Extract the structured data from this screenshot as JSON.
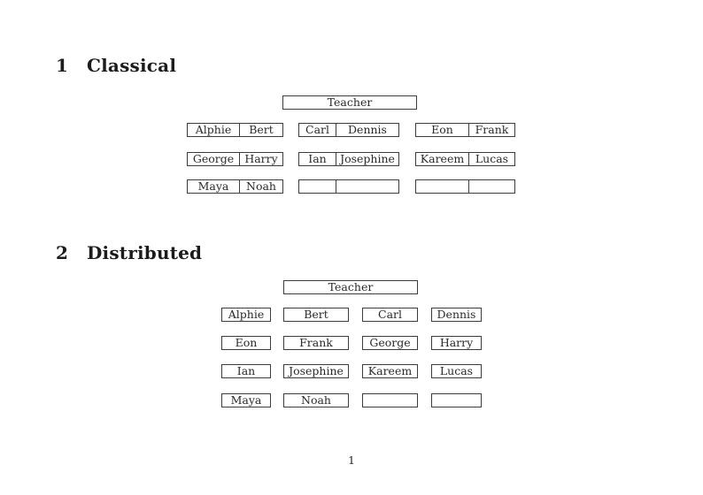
{
  "classical": {
    "number": "1",
    "title": "Classical",
    "teacher": "Teacher",
    "desks": [
      {
        "cells": [
          "Alphie",
          "Bert"
        ]
      },
      {
        "cells": [
          "Carl",
          "Dennis"
        ]
      },
      {
        "cells": [
          "Eon",
          "Frank"
        ]
      },
      {
        "cells": [
          "George",
          "Harry"
        ]
      },
      {
        "cells": [
          "Ian",
          "Josephine"
        ]
      },
      {
        "cells": [
          "Kareem",
          "Lucas"
        ]
      },
      {
        "cells": [
          "Maya",
          "Noah"
        ]
      },
      {
        "cells": [
          "",
          ""
        ]
      },
      {
        "cells": [
          "",
          ""
        ]
      }
    ]
  },
  "distributed": {
    "number": "2",
    "title": "Distributed",
    "teacher": "Teacher",
    "seats": [
      "Alphie",
      "Bert",
      "Carl",
      "Dennis",
      "Eon",
      "Frank",
      "George",
      "Harry",
      "Ian",
      "Josephine",
      "Kareem",
      "Lucas",
      "Maya",
      "Noah",
      "",
      ""
    ]
  },
  "page": {
    "number": "1"
  }
}
